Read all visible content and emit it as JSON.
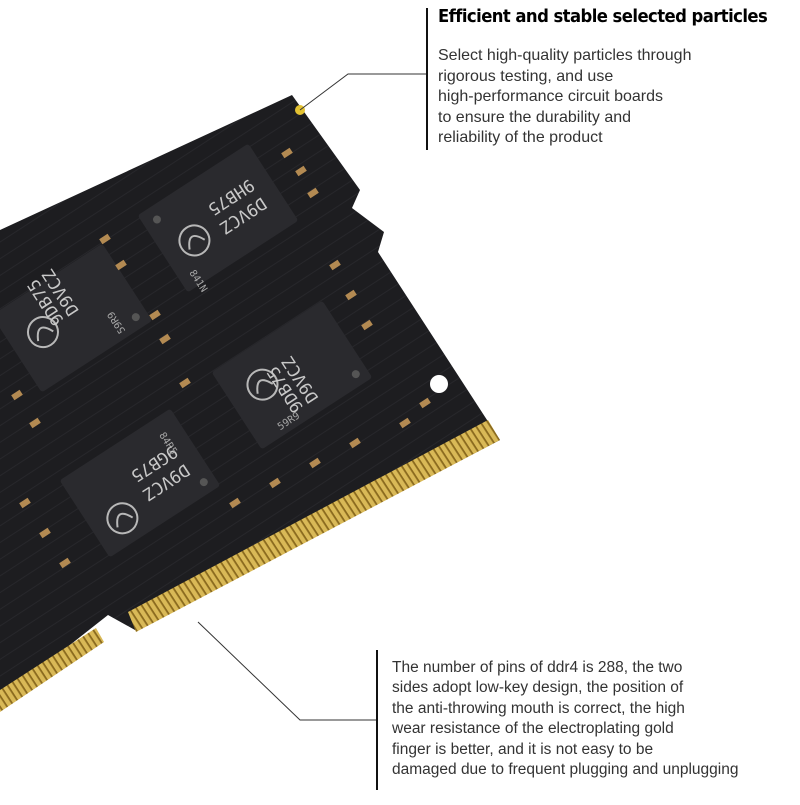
{
  "callout_top": {
    "heading": "Efficient and stable selected particles",
    "lines": [
      "Select high-quality particles through",
      "rigorous testing, and use",
      "high-performance circuit boards",
      "to ensure the durability and",
      "reliability of the product"
    ]
  },
  "callout_bottom": {
    "lines": [
      "The number of pins of ddr4 is 288, the two",
      "sides adopt low-key design, the position of",
      "the anti-throwing mouth is correct, the high",
      "wear resistance of the electroplating gold",
      "finger is better, and it is not easy to be",
      "damaged due to frequent plugging and unplugging"
    ]
  },
  "chips": [
    {
      "line1": "9HB75",
      "line2": "D9VCZ",
      "line3": "841N"
    },
    {
      "line1": "9DB75",
      "line2": "D9VCZ",
      "line3": "59R9"
    },
    {
      "line1": "9DB75",
      "line2": "D9VCZ",
      "line3": "59R9"
    },
    {
      "line1": "9GB75",
      "line2": "D9VCZ",
      "line3": "84R5"
    }
  ],
  "colors": {
    "pcb": "#1c1c1e",
    "pcb_trace": "#2c2c2f",
    "chip": "#26262a",
    "gold": "#c9a544",
    "component": "#b38a52",
    "accent_dot": "#e3c232"
  }
}
